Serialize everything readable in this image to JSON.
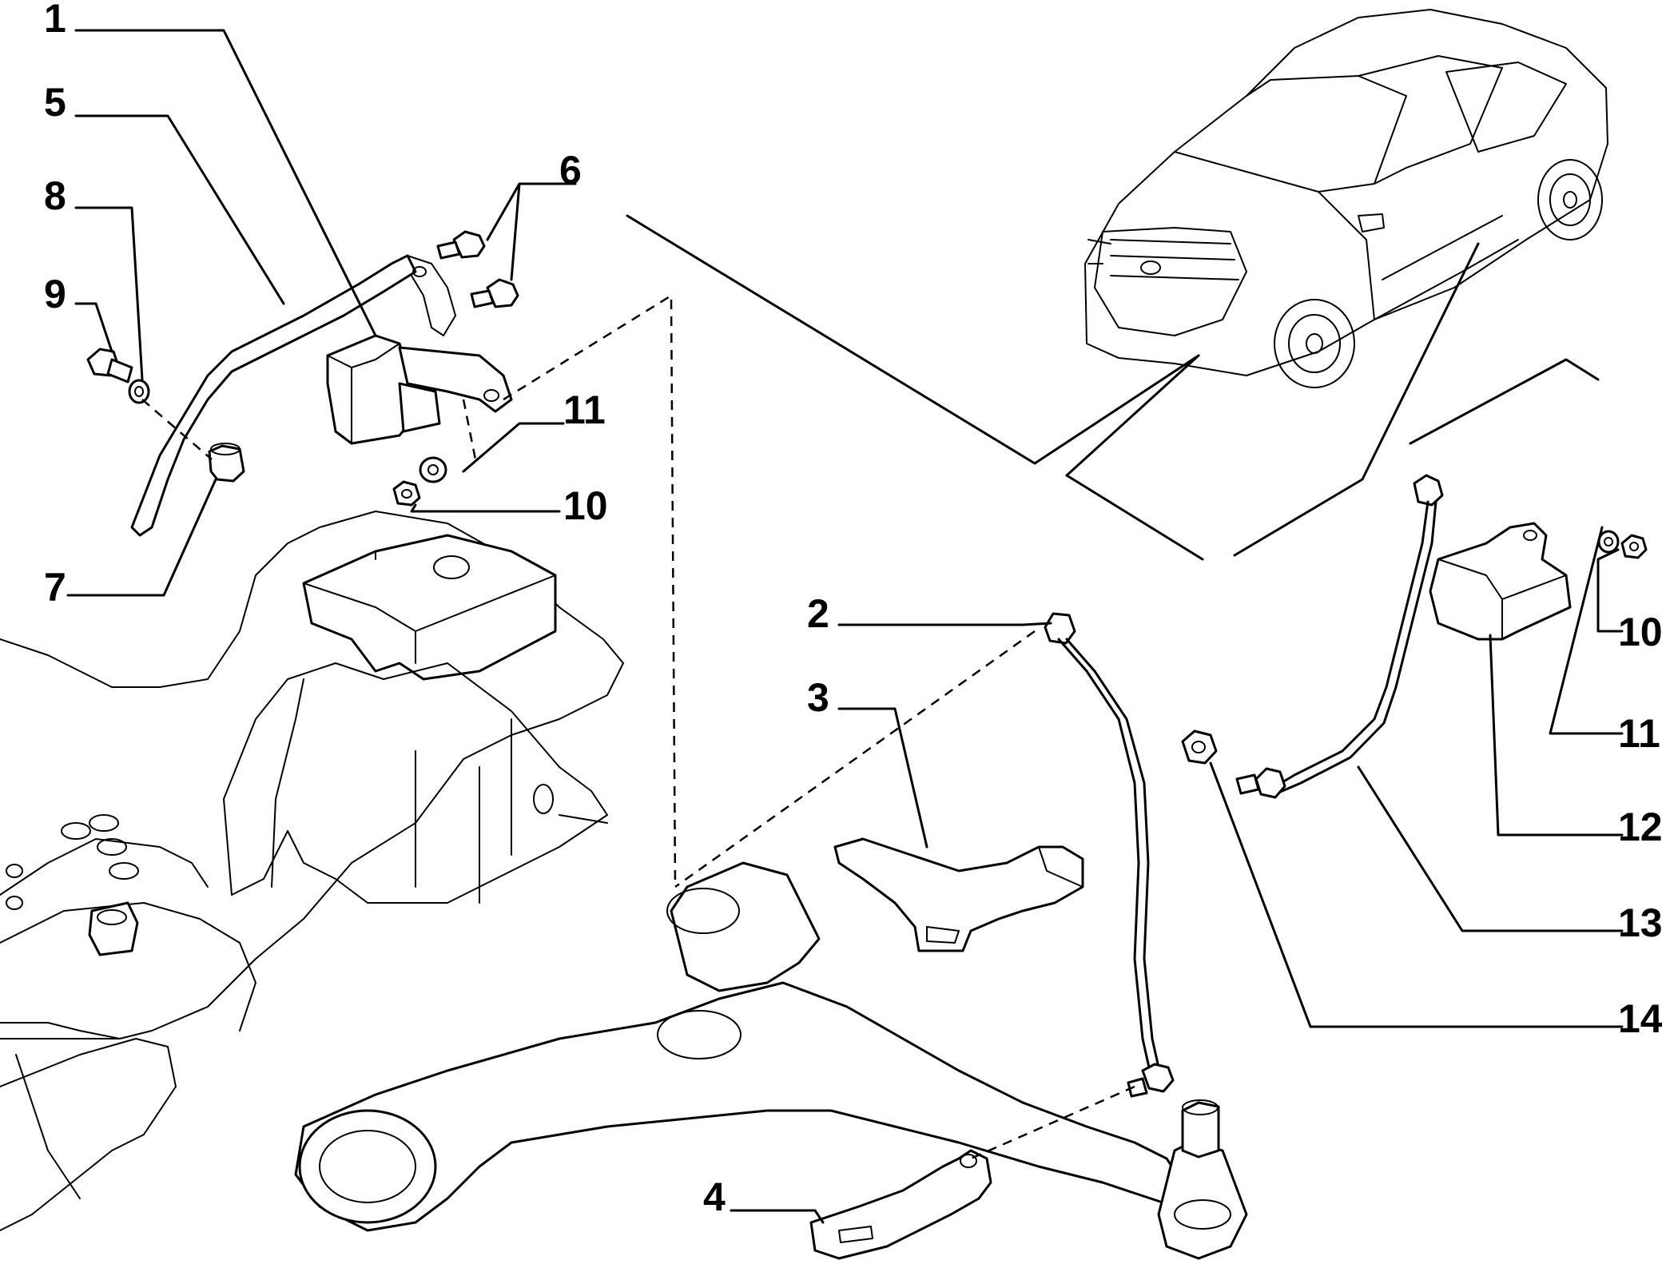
{
  "callouts": [
    {
      "id": "c1",
      "label": "1"
    },
    {
      "id": "c5",
      "label": "5"
    },
    {
      "id": "c8",
      "label": "8"
    },
    {
      "id": "c9",
      "label": "9"
    },
    {
      "id": "c6",
      "label": "6"
    },
    {
      "id": "c11a",
      "label": "11"
    },
    {
      "id": "c10a",
      "label": "10"
    },
    {
      "id": "c7",
      "label": "7"
    },
    {
      "id": "c2",
      "label": "2"
    },
    {
      "id": "c3",
      "label": "3"
    },
    {
      "id": "c4",
      "label": "4"
    },
    {
      "id": "c10b",
      "label": "10"
    },
    {
      "id": "c11b",
      "label": "11"
    },
    {
      "id": "c12",
      "label": "12"
    },
    {
      "id": "c13",
      "label": "13"
    },
    {
      "id": "c14",
      "label": "14"
    }
  ]
}
